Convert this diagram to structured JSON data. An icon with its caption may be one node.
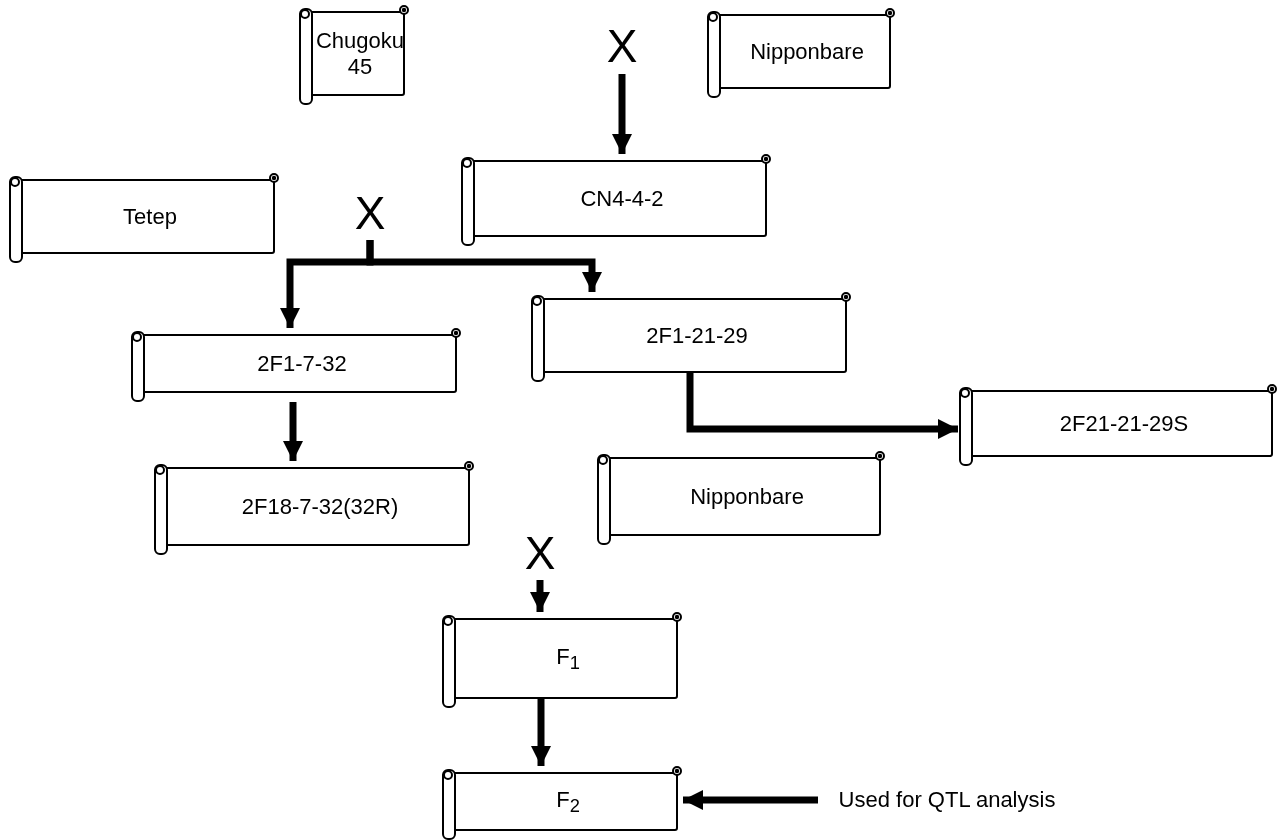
{
  "diagram": {
    "nodes": [
      {
        "text": [
          "Chugoku 45"
        ]
      },
      {
        "text": [
          "X"
        ]
      },
      {
        "text": [
          "Nipponbare"
        ]
      },
      {
        "text": [
          "Tetep"
        ]
      },
      {
        "text": [
          "X"
        ]
      },
      {
        "text": [
          "CN4-4-2"
        ]
      },
      {
        "text": [
          "2F1-7-32"
        ]
      },
      {
        "text": [
          "2F1-21-29"
        ]
      },
      {
        "text": [
          "2F21-21-29S"
        ]
      },
      {
        "text": [
          "2F18-7-32(32R)"
        ]
      },
      {
        "text": [
          "X"
        ]
      },
      {
        "text": [
          "Nipponbare"
        ]
      },
      {
        "text": [
          "F$_{1}$"
        ]
      },
      {
        "text": [
          "F$_{2}$"
        ]
      },
      {
        "text": [
          "Used for QTL analysis"
        ]
      }
    ],
    "edges": [
      {
        "from": 1,
        "to": 5,
        "arrow": "to"
      },
      {
        "from": 4,
        "to": 6,
        "arrow": "to"
      },
      {
        "from": 4,
        "to": 7,
        "arrow": "to"
      },
      {
        "from": 6,
        "to": 9,
        "arrow": "to"
      },
      {
        "from": 7,
        "to": 8,
        "arrow": "to"
      },
      {
        "from": 10,
        "to": 12,
        "arrow": "to"
      },
      {
        "from": 12,
        "to": 13,
        "arrow": "to"
      },
      {
        "from": 14,
        "to": 13,
        "arrow": "to"
      }
    ]
  }
}
